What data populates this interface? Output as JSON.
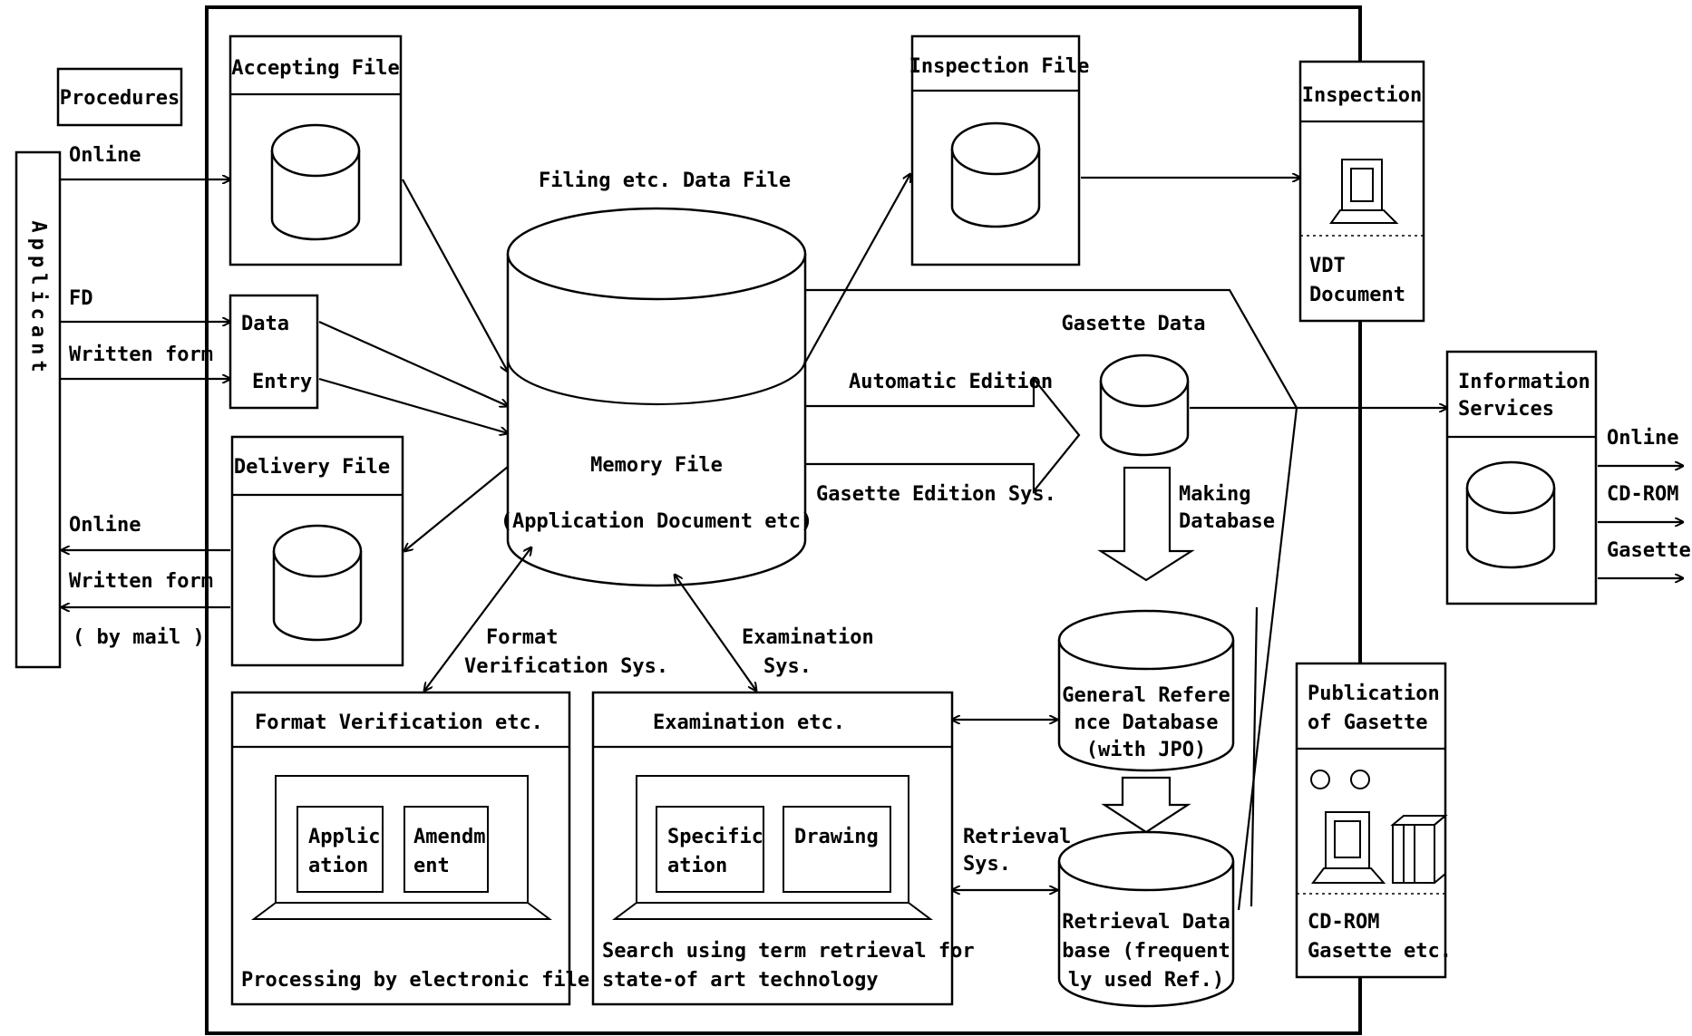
{
  "applicant": "Applicant",
  "procedures": "Procedures",
  "input_channels": {
    "online": "Online",
    "fd": "FD",
    "written_form": "Written form"
  },
  "output_channels": {
    "online": "Online",
    "written_form": "Written form",
    "by_mail": "( by mail )"
  },
  "accepting_file": "Accepting File",
  "data_entry": {
    "line1": "Data",
    "line2": "Entry"
  },
  "delivery_file": "Delivery File",
  "filing_data_file": "Filing etc. Data File",
  "memory_file": {
    "line1": "Memory File",
    "line2": "(Application Document etc)"
  },
  "inspection_file": "Inspection File",
  "inspection": {
    "title": "Inspection",
    "vdt_line1": "VDT",
    "vdt_line2": "Document"
  },
  "automatic_edition": "Automatic Edition",
  "gasette_edition_sys": "Gasette Edition Sys.",
  "gasette_data": "Gasette Data",
  "making_database": {
    "line1": "Making",
    "line2": "Database"
  },
  "information_services": {
    "line1": "Information",
    "line2": "Services",
    "outputs": [
      "Online",
      "CD-ROM",
      "Gasette"
    ]
  },
  "format_verification_sys": {
    "line1": "Format",
    "line2": "Verification Sys."
  },
  "examination_sys": {
    "line1": "Examination",
    "line2": "Sys."
  },
  "format_verification_panel": {
    "title": "Format Verification etc.",
    "doc1": {
      "line1": "Applic",
      "line2": "ation"
    },
    "doc2": {
      "line1": "Amendm",
      "line2": "ent"
    },
    "caption": "Processing by electronic file"
  },
  "examination_panel": {
    "title": "Examination etc.",
    "doc1": {
      "line1": "Specific",
      "line2": "ation"
    },
    "doc2": {
      "line1": "Drawing"
    },
    "caption_line1": "Search using term retrieval for",
    "caption_line2": "state-of art technology"
  },
  "general_reference_db": {
    "line1": "General Refere",
    "line2": "nce Database",
    "line3": "(with JPO)"
  },
  "retrieval_sys": {
    "line1": "Retrieval",
    "line2": "Sys."
  },
  "retrieval_db": {
    "line1": "Retrieval Data",
    "line2": "base (frequent",
    "line3": "ly used Ref.)"
  },
  "publication": {
    "line1": "Publication",
    "line2": "of Gasette",
    "cd_line1": "CD-ROM",
    "cd_line2": "Gasette etc."
  }
}
